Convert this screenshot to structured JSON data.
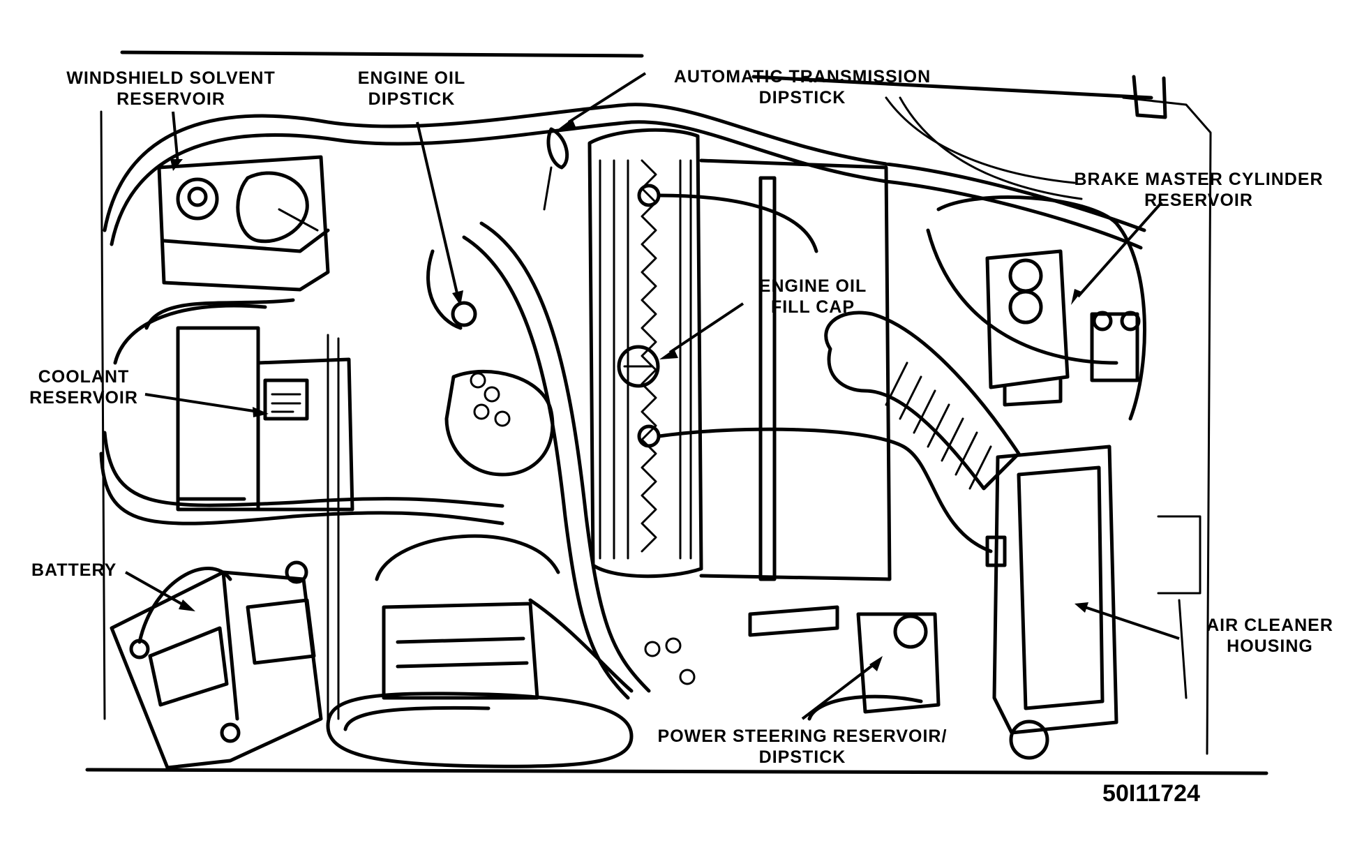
{
  "labels": {
    "windshield_solvent": [
      "WINDSHIELD SOLVENT",
      "RESERVOIR"
    ],
    "engine_oil_dipstick": [
      "ENGINE OIL",
      "DIPSTICK"
    ],
    "automatic_transmission": [
      "AUTOMATIC TRANSMISSION",
      "DIPSTICK"
    ],
    "brake_master": [
      "BRAKE MASTER CYLINDER",
      "RESERVOIR"
    ],
    "engine_oil_fill": [
      "ENGINE OIL",
      "FILL CAP"
    ],
    "coolant": [
      "COOLANT",
      "RESERVOIR"
    ],
    "battery": [
      "BATTERY"
    ],
    "air_cleaner": [
      "AIR CLEANER",
      "HOUSING"
    ],
    "power_steering": [
      "POWER STEERING RESERVOIR/",
      "DIPSTICK"
    ]
  },
  "figure_number": "50I11724",
  "colors": {
    "ink": "#000000",
    "background": "#ffffff"
  }
}
